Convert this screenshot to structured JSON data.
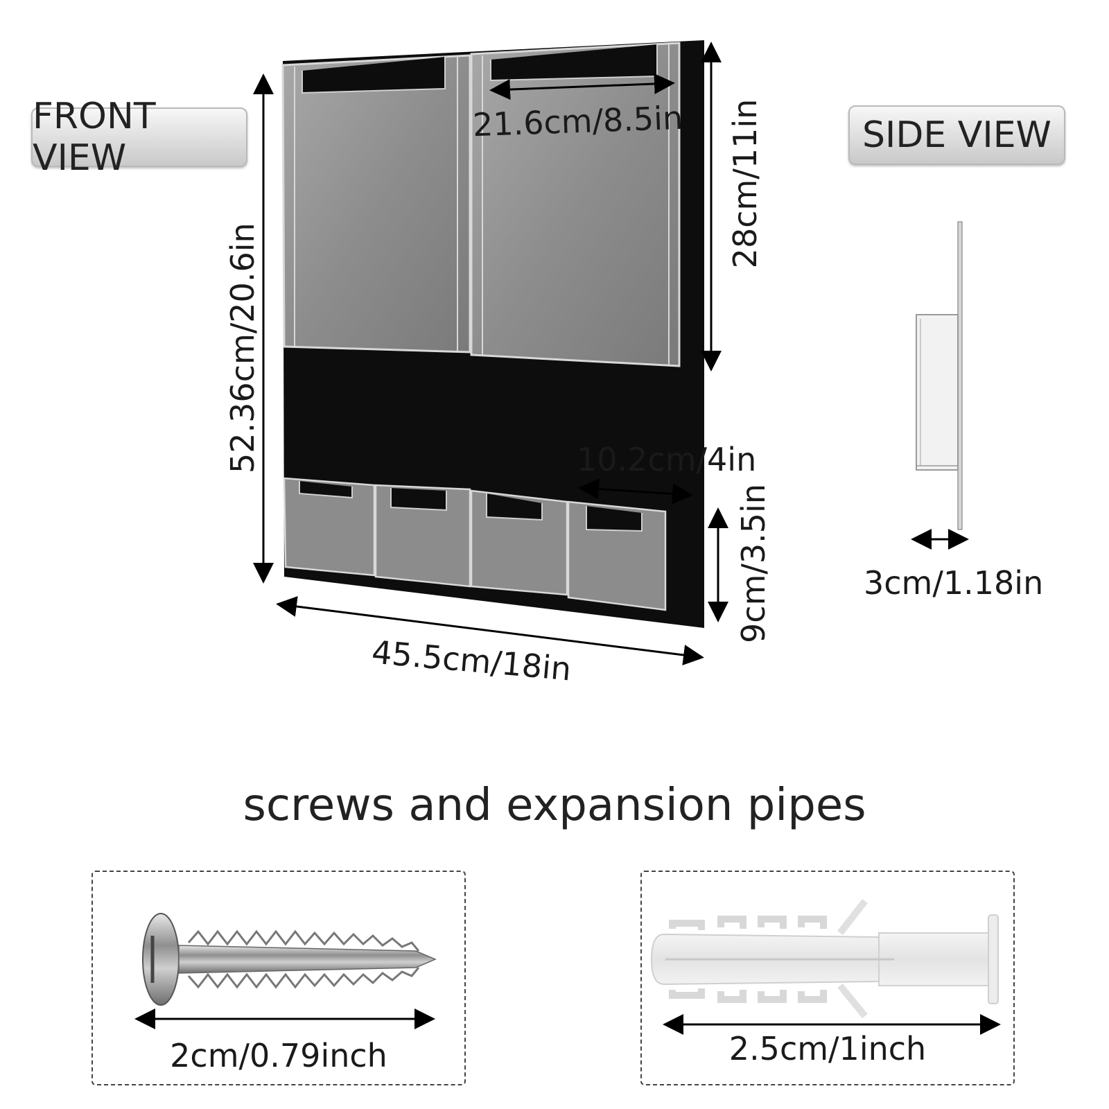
{
  "front_view_label": "FRONT VIEW",
  "side_view_label": "SIDE VIEW",
  "dimensions": {
    "total_height": "52.36cm/20.6in",
    "pocket_width": "21.6cm/8.5in",
    "pocket_height": "28cm/11in",
    "small_pocket_width": "10.2cm/4in",
    "small_pocket_height": "9cm/3.5in",
    "total_width": "45.5cm/18in",
    "depth": "3cm/1.18in"
  },
  "accessories_title": "screws and expansion pipes",
  "screw_length": "2cm/0.79inch",
  "anchor_length": "2.5cm/1inch",
  "colors": {
    "panel": "#0d0d0d",
    "acrylic": "#c8c8c8",
    "label_bg": "#dcdcdc"
  }
}
